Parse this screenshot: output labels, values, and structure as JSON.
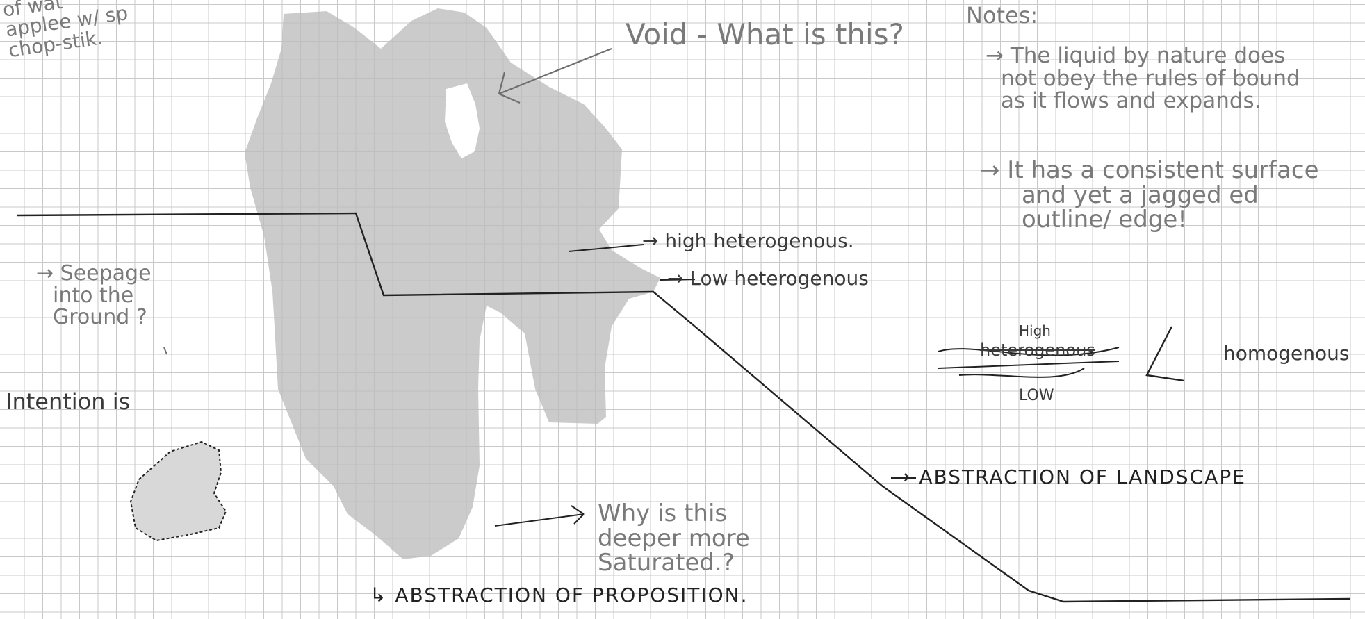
{
  "sheet": {
    "corner_note": [
      "of wat",
      "applee w/ sp",
      "chop-stik."
    ],
    "void_note": "Void - What is this?",
    "notes_title": "Notes:",
    "note_1": [
      "→ The liquid by nature does",
      "not obey the rules of bound",
      "as it flows and expands."
    ],
    "note_2": [
      "→ It has a consistent surface",
      "and yet a jagged ed",
      "outline/ edge!"
    ],
    "high_label": "→ high heterogenous.",
    "low_label": "→ Low heterogenous",
    "seepage_note": [
      "→ Seepage",
      "into the",
      "Ground ?"
    ],
    "intention_note": "Intention is",
    "scale_high": "High",
    "scale_heterogenous": "heterogenous",
    "scale_low": "LOW",
    "scale_homogeneous": "homogenous",
    "landscape_label": "→ ABSTRACTION OF LANDSCAPE",
    "why_note": [
      "Why is this",
      "deeper more",
      "Saturated.?"
    ],
    "proposition_label": "↳ ABSTRACTION OF PROPOSITION."
  },
  "colors": {
    "ink": "#222222",
    "pencil": "#6e6e6e",
    "stain": "#bdbdbd",
    "grid": "#c9c9c9"
  }
}
